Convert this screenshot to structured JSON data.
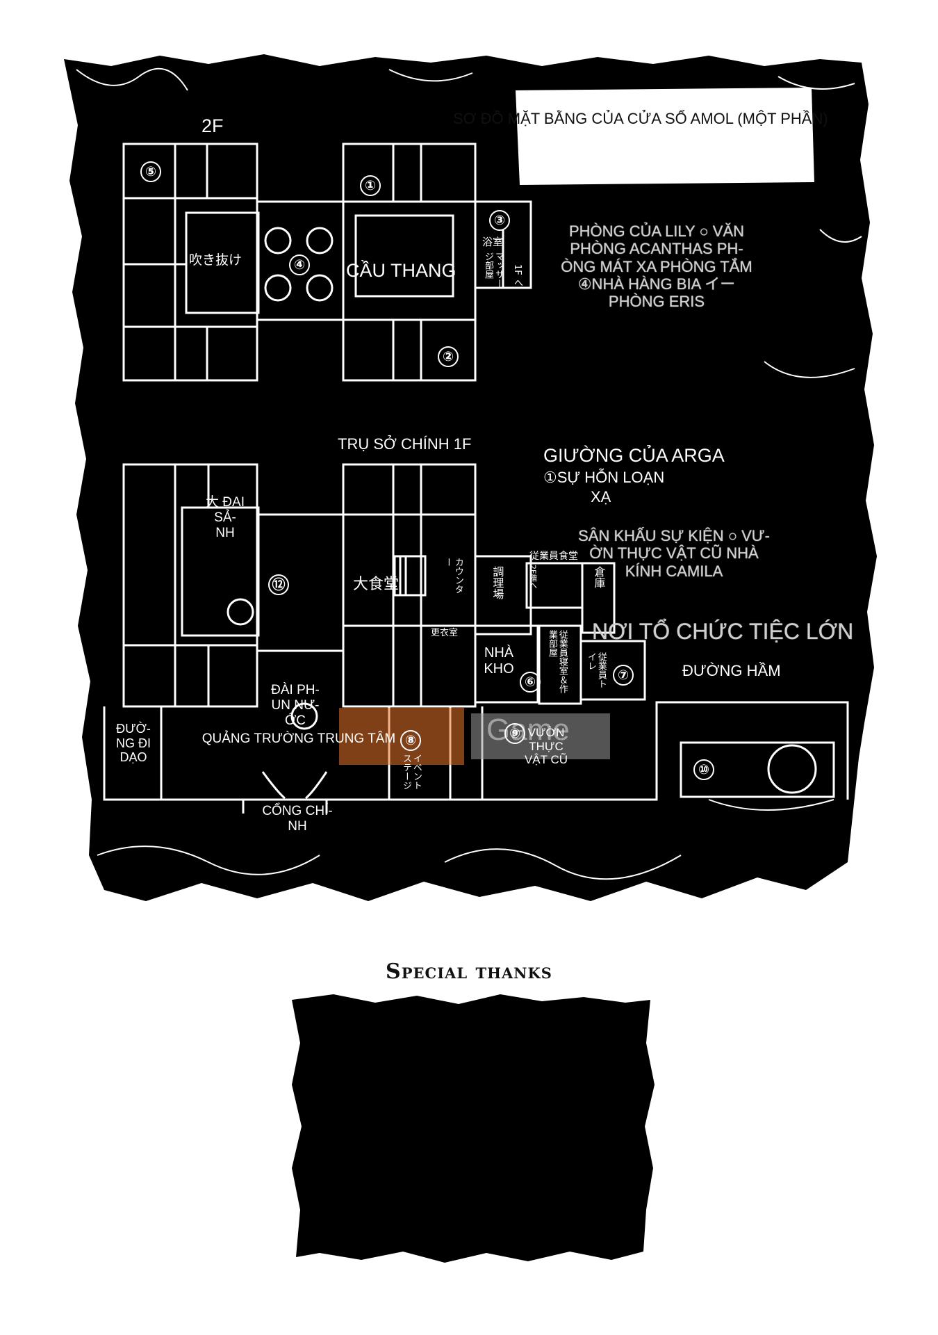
{
  "map": {
    "title": "SƠ ĐỒ MẶT BẰNG CỦA CỬA SỔ AMOL (MỘT PHẦN)",
    "floor_2f": "2F",
    "floor_1f_title": "TRỤ SỞ CHÍNH 1F",
    "legend": {
      "upper": "PHÒNG CỦA LILY ○ VĂN PHÒNG ACANTHAS PH-ÒNG MÁT XA PHÒNG TẮM ④NHÀ HÀNG BIA イー PHÒNG ERIS",
      "middle_title": "GIƯỜNG CỦA ARGA",
      "middle_line1": "①SỰ HỖN LOẠN",
      "middle_line2": "XẠ",
      "lower": "SÂN KHẤU SỰ KIỆN ○ VƯ-ỜN THỰC VẬT CŨ NHÀ KÍNH CAMILA"
    },
    "rooms_2f": {
      "atrium": "吹き抜け",
      "stairs": "CẦU THANG",
      "bath": "浴室",
      "massage": "マッサージ部屋",
      "down_1f": "1F へ"
    },
    "rooms_1f": {
      "great_hall": "大 ĐẠI SẢ-NH",
      "dining": "大食堂",
      "counter": "カウンター",
      "kitchen": "調理場",
      "to_2f": "2F階へ",
      "staff_dining": "従業員食堂",
      "storage_kanji": "倉庫",
      "changing": "更衣室",
      "warehouse": "NHÀ KHO",
      "staff_room": "従業員寝室＆作業部屋",
      "staff_toilet": "従業員トイレ",
      "fountain": "ĐÀI PH-UN NƯ-ỚC",
      "plaza": "QUẢNG TRƯỜNG TRUNG TÂM",
      "promenade": "ĐƯỜ-NG ĐI DẠO",
      "gate": "CỔNG CHÍ-NH",
      "event_stage": "イベントステージ",
      "garden": "VƯỜN THỰC VẬT CŨ",
      "party": "NƠI TỔ CHỨC TIỆC LỚN",
      "tunnel": "ĐƯỜNG HẦM"
    },
    "markers": [
      "①",
      "②",
      "③",
      "④",
      "⑤",
      "⑥",
      "⑦",
      "⑧",
      "⑨",
      "⑩",
      "⑫"
    ],
    "watermark": "Game"
  },
  "footer": {
    "special_thanks": "Special thanks"
  },
  "colors": {
    "background": "#ffffff",
    "map_fill": "#000000",
    "lines": "#ffffff",
    "watermark": "#e8752b"
  }
}
